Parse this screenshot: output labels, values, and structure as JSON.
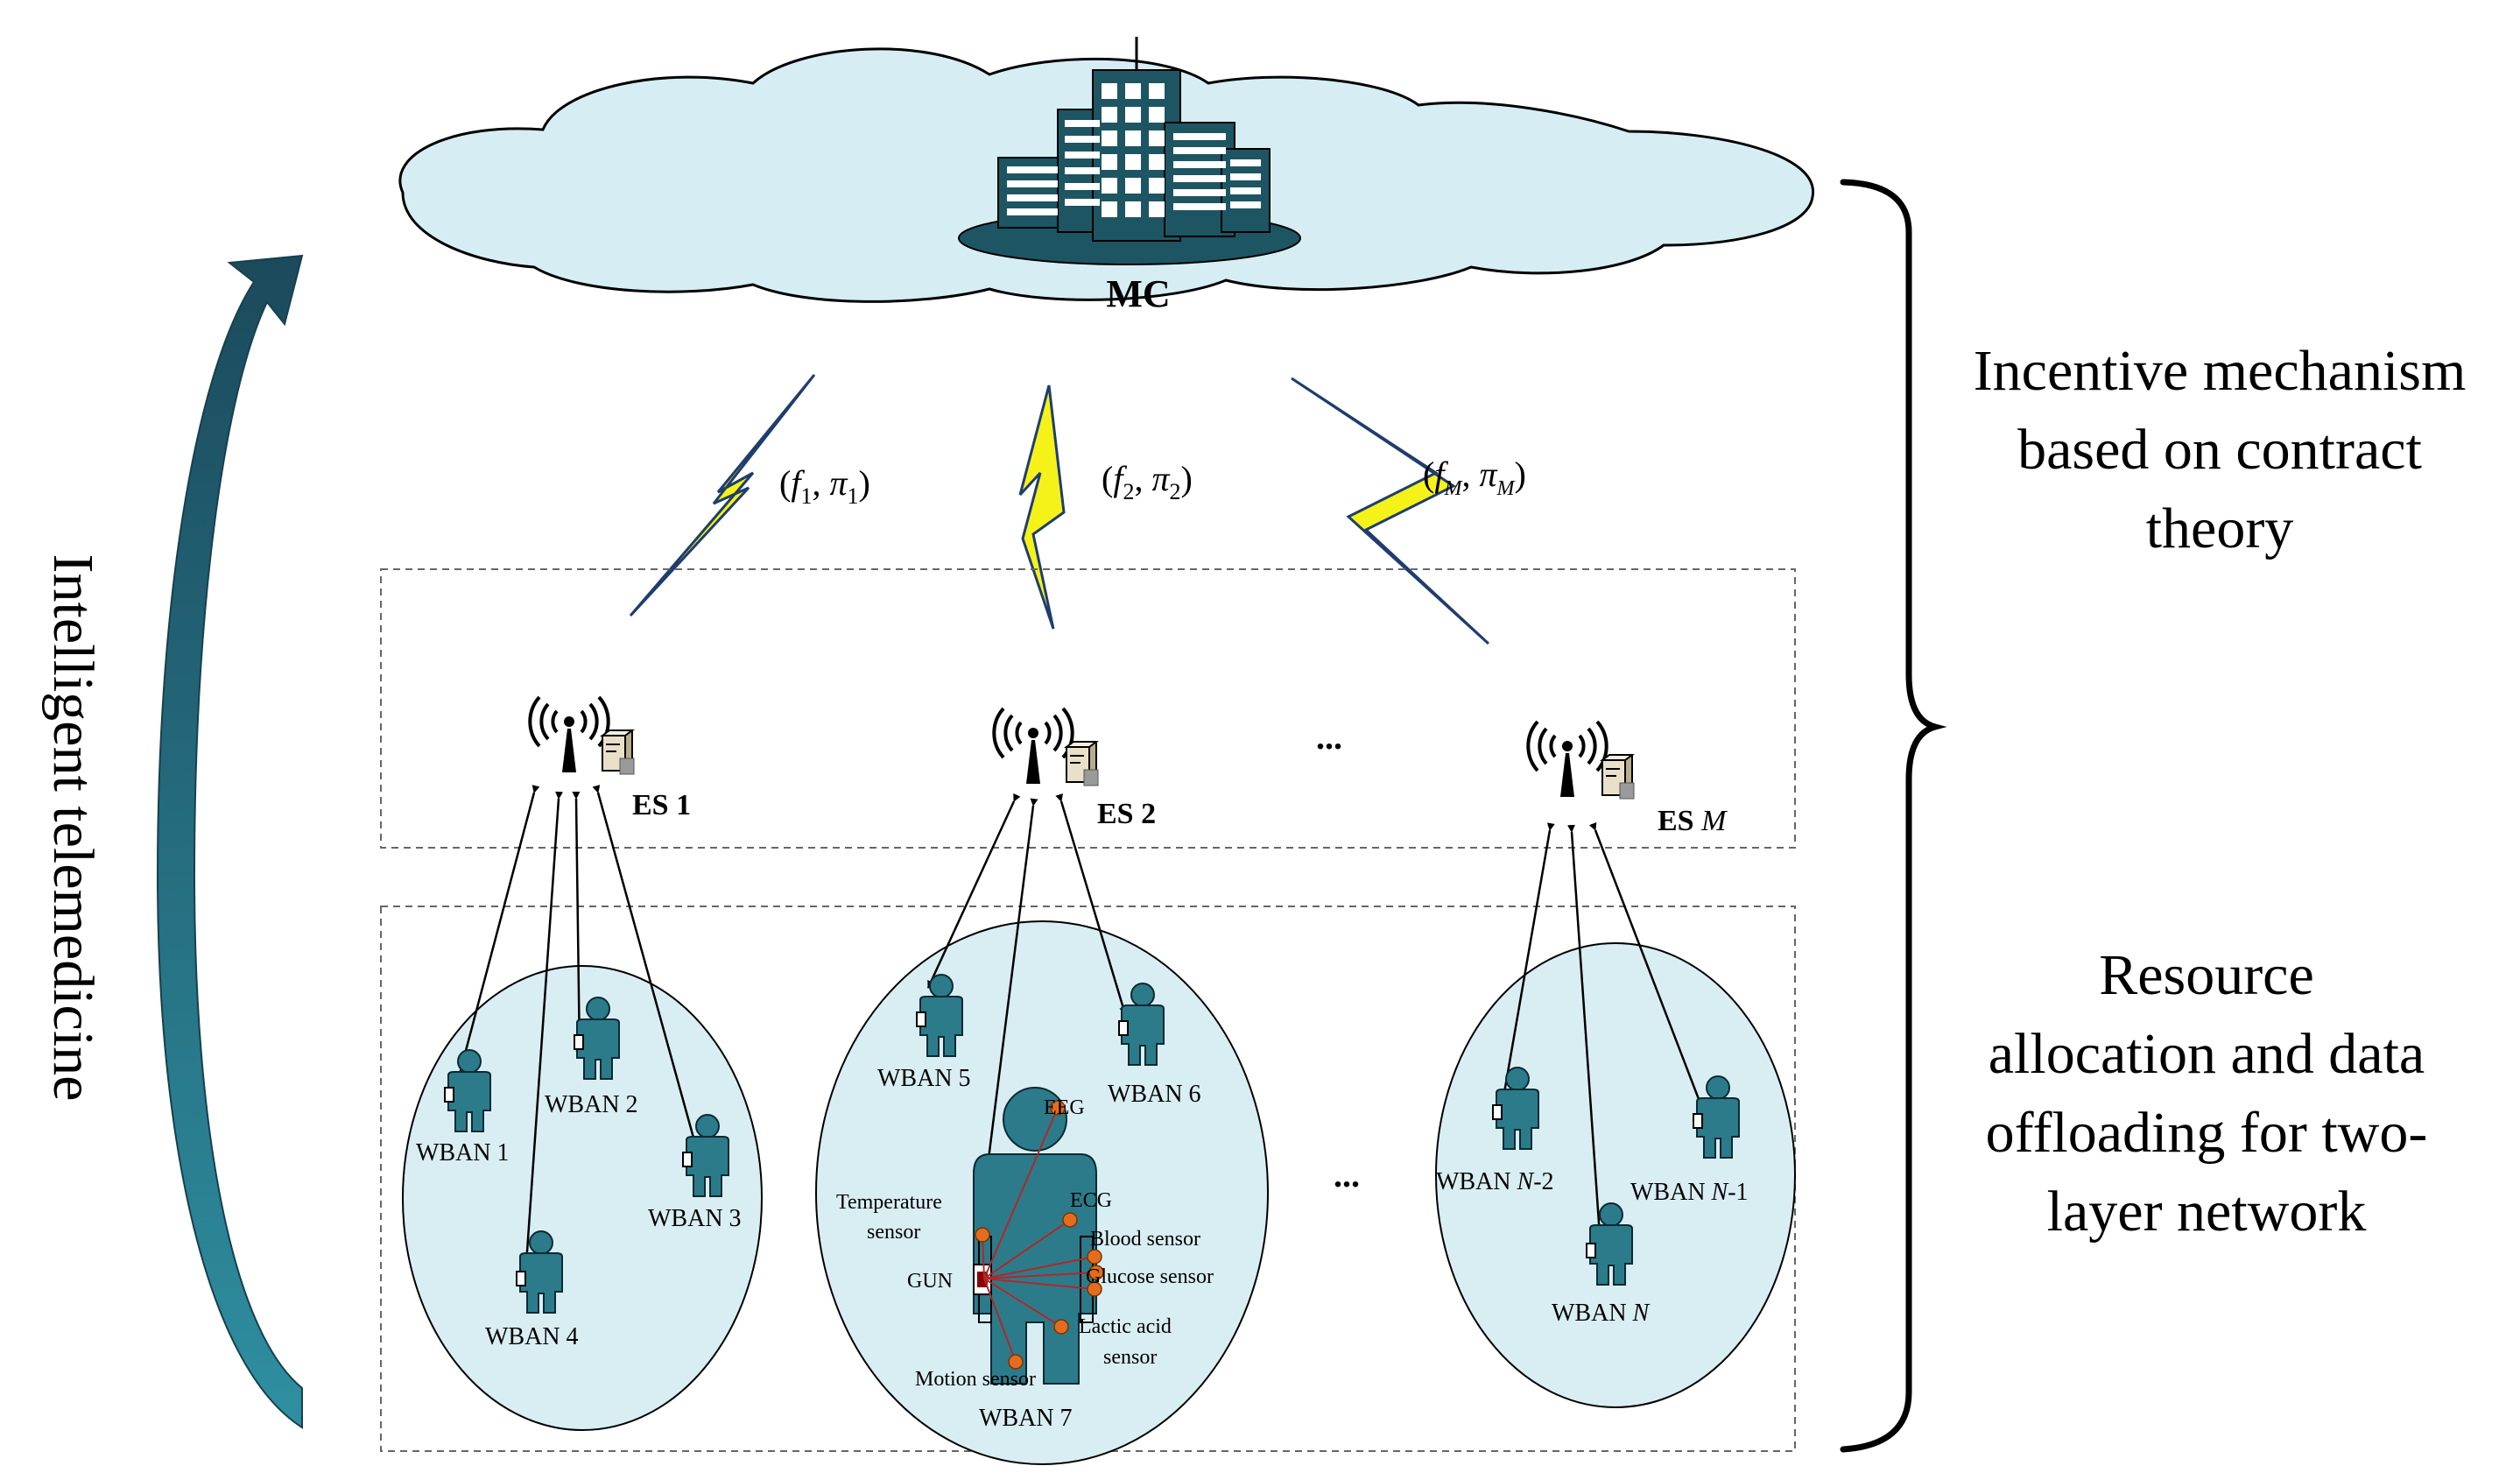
{
  "cloud": {
    "label": "MC"
  },
  "links": [
    {
      "f": "f",
      "fsub": "1",
      "pi": "π",
      "pisub": "1"
    },
    {
      "f": "f",
      "fsub": "2",
      "pi": "π",
      "pisub": "2"
    },
    {
      "f": "f",
      "fsub": "M",
      "pi": "π",
      "pisub": "M"
    }
  ],
  "edge_servers": [
    {
      "label": "ES 1",
      "prefix": "ES ",
      "suffix": "1",
      "italic": false
    },
    {
      "label": "ES 2",
      "prefix": "ES ",
      "suffix": "2",
      "italic": false
    },
    {
      "label": "ES M",
      "prefix": "ES ",
      "suffix": "M",
      "italic": true
    }
  ],
  "ellipsis": "...",
  "wbans": {
    "w1": "WBAN 1",
    "w2": "WBAN 2",
    "w3": "WBAN 3",
    "w4": "WBAN 4",
    "w5": "WBAN 5",
    "w6": "WBAN 6",
    "w7": "WBAN 7",
    "wn2_pre": "WBAN ",
    "wn2_var": "N",
    "wn2_suf": "-2",
    "wn1_pre": "WBAN  ",
    "wn1_var": "N",
    "wn1_suf": "-1",
    "wn_pre": "WBAN ",
    "wn_var": "N"
  },
  "sensors": {
    "eeg": "EEG",
    "ecg": "ECG",
    "temp1": "Temperature",
    "temp2": "sensor",
    "blood": "Blood sensor",
    "glucose": "Glucose sensor",
    "gun": "GUN",
    "lactic1": "Lactic acid",
    "lactic2": "sensor",
    "motion": "Motion sensor"
  },
  "right_labels": {
    "incentive": [
      "Incentive mechanism",
      "based on contract",
      "theory"
    ],
    "resource": [
      "Resource",
      "allocation and data",
      "offloading for two-",
      "layer network"
    ]
  },
  "left_label": "Intelligent telemedicine",
  "colors": {
    "cloud": "#d6eef3",
    "building": "#1d5563",
    "person": "#2c7b8a",
    "ellipse": "#d9eef3",
    "lightning": "#f5f21a",
    "sensor": "#e46c1f",
    "arrow": "#1f5f73"
  }
}
